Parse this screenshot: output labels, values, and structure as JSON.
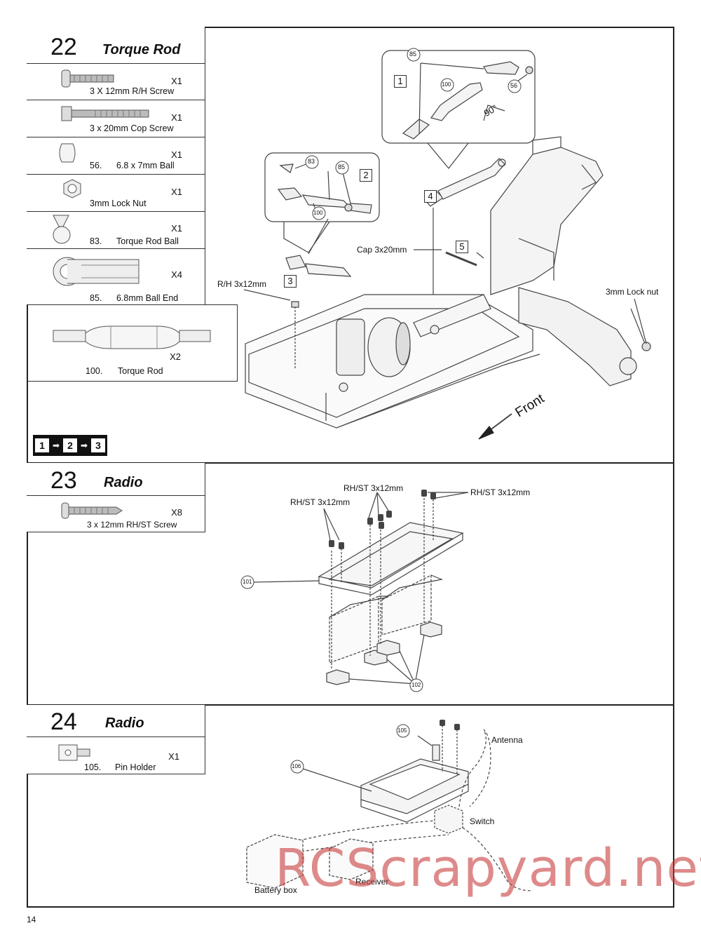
{
  "page_number": "14",
  "watermark": "RCScrapyard.net",
  "step22": {
    "number": "22",
    "title": "Torque Rod",
    "parts": [
      {
        "num": "",
        "desc": "3 X 12mm  R/H Screw",
        "qty": "X1"
      },
      {
        "num": "",
        "desc": "3 x 20mm  Cop Screw",
        "qty": "X1"
      },
      {
        "num": "56.",
        "desc": "6.8 x 7mm  Ball",
        "qty": "X1"
      },
      {
        "num": "",
        "desc": "3mm  Lock Nut",
        "qty": "X1"
      },
      {
        "num": "83.",
        "desc": "Torque Rod  Ball",
        "qty": "X1"
      },
      {
        "num": "85.",
        "desc": "6.8mm  Ball End",
        "qty": "X4"
      },
      {
        "num": "100.",
        "desc": "Torque Rod",
        "qty": "X2"
      }
    ],
    "sequence": [
      "1",
      "2",
      "3"
    ],
    "callouts": {
      "c85a": "85",
      "c100a": "100",
      "c56": "56",
      "angle": "90°",
      "step1": "1",
      "step2": "2",
      "step3": "3",
      "step4": "4",
      "step5": "5",
      "c83": "83",
      "c85b": "85",
      "c100b": "100",
      "cap": "Cap 3x20mm",
      "rh": "R/H 3x12mm",
      "locknut": "3mm Lock nut",
      "front": "Front"
    }
  },
  "step23": {
    "number": "23",
    "title": "Radio",
    "parts": [
      {
        "num": "",
        "desc": "3 x 12mm  RH/ST  Screw",
        "qty": "X8"
      }
    ],
    "callouts": {
      "rh1": "RH/ST 3x12mm",
      "rh2": "RH/ST 3x12mm",
      "rh3": "RH/ST 3x12mm",
      "c101": "101",
      "c102": "102"
    }
  },
  "step24": {
    "number": "24",
    "title": "Radio",
    "parts": [
      {
        "num": "105.",
        "desc": "Pin Holder",
        "qty": "X1"
      }
    ],
    "callouts": {
      "c105": "105",
      "c106": "106",
      "antenna": "Antenna",
      "switch": "Switch",
      "receiver": "Receiver",
      "battery": "Battery box"
    }
  }
}
